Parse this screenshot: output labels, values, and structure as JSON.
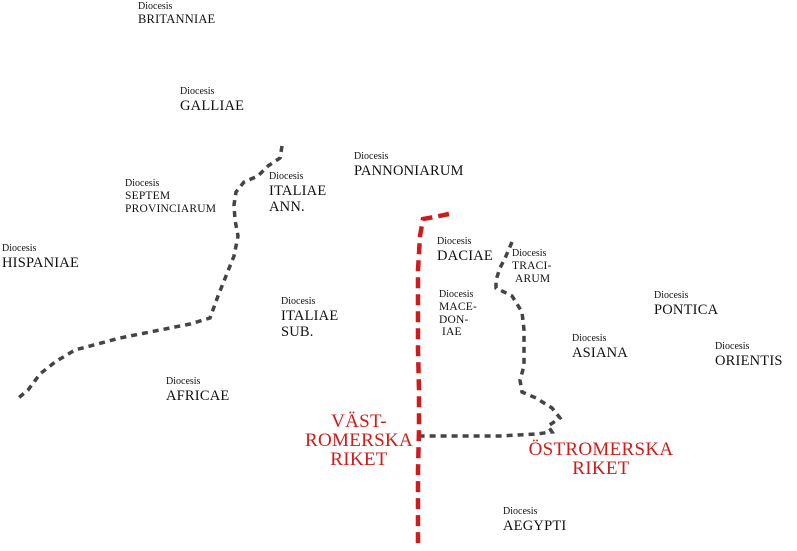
{
  "dioceses": [
    {
      "id": "britanniae",
      "prefix": "Diocesis",
      "name_lines": [
        "BRITANNIAE"
      ],
      "size": "mid"
    },
    {
      "id": "galliae",
      "prefix": "Diocesis",
      "name_lines": [
        "GALLIAE"
      ],
      "size": "big"
    },
    {
      "id": "pannoniarum",
      "prefix": "Diocesis",
      "name_lines": [
        "PANNONIARUM"
      ],
      "size": "big"
    },
    {
      "id": "septem-provinciarum",
      "prefix": "Diocesis",
      "name_lines": [
        "SEPTEM",
        "PROVINCIARUM"
      ],
      "size": "mid"
    },
    {
      "id": "italiae-ann",
      "prefix": "Diocesis",
      "name_lines": [
        "ITALIAE",
        "ANN."
      ],
      "size": "big"
    },
    {
      "id": "hispaniae",
      "prefix": "Diocesis",
      "name_lines": [
        "HISPANIAE"
      ],
      "size": "big"
    },
    {
      "id": "daciae",
      "prefix": "Diocesis",
      "name_lines": [
        "DACIAE"
      ],
      "size": "big"
    },
    {
      "id": "traciarum",
      "prefix": "Diocesis",
      "name_lines": [
        "TRACI-",
        "ARUM"
      ],
      "size": "mid"
    },
    {
      "id": "macedoniae",
      "prefix": "Diocesis",
      "name_lines": [
        "MACE-",
        "DON-",
        "IAE"
      ],
      "size": "mid"
    },
    {
      "id": "pontica",
      "prefix": "Diocesis",
      "name_lines": [
        "PONTICA"
      ],
      "size": "big"
    },
    {
      "id": "italiae-sub",
      "prefix": "Diocesis",
      "name_lines": [
        "ITALIAE",
        "SUB."
      ],
      "size": "big"
    },
    {
      "id": "asiana",
      "prefix": "Diocesis",
      "name_lines": [
        "ASIANA"
      ],
      "size": "big"
    },
    {
      "id": "orientis",
      "prefix": "Diocesis",
      "name_lines": [
        "ORIENTIS"
      ],
      "size": "big"
    },
    {
      "id": "africae",
      "prefix": "Diocesis",
      "name_lines": [
        "AFRICAE"
      ],
      "size": "big"
    },
    {
      "id": "aegypti",
      "prefix": "Diocesis",
      "name_lines": [
        "AEGYPTI"
      ],
      "size": "big"
    }
  ],
  "empires": [
    {
      "id": "vastromerska",
      "lines": [
        "VÄST-",
        "ROMERSKA",
        "RIKET"
      ]
    },
    {
      "id": "ostromerska",
      "lines": [
        "ÖSTROMERSKA",
        "RIKET"
      ]
    }
  ],
  "colors": {
    "text": "#111111",
    "empire_text": "#cc1c1c",
    "empire_border": "#cc1c1c",
    "diocese_border": "#444444"
  }
}
